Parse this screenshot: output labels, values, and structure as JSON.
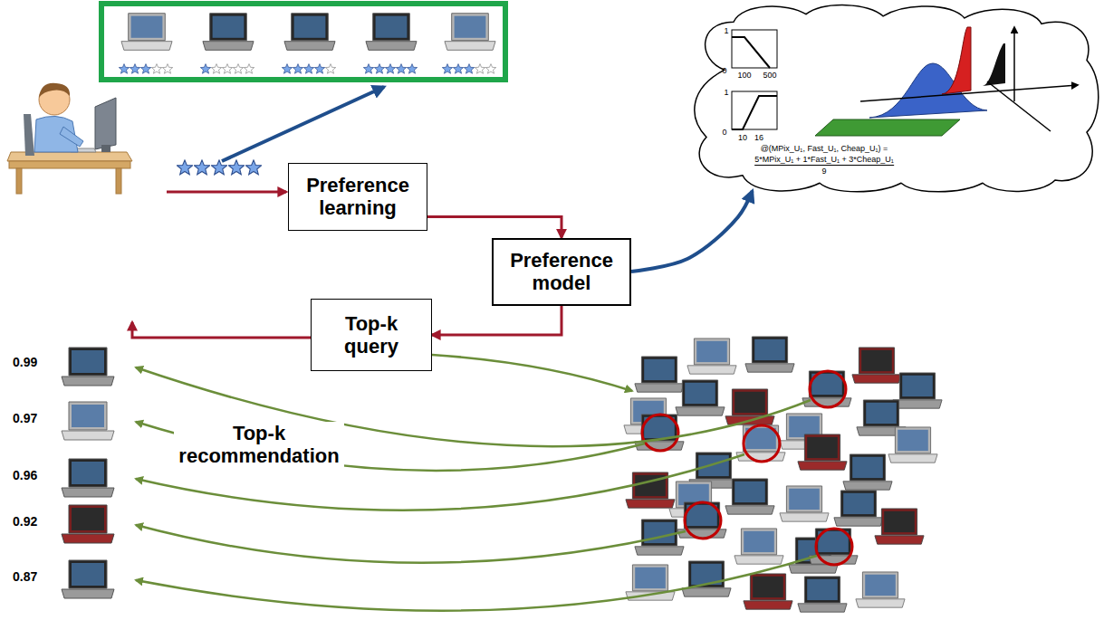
{
  "diagram": {
    "nodes": [
      {
        "text": [
          "Preference learning"
        ]
      },
      {
        "text": [
          "Preference model"
        ]
      },
      {
        "text": [
          "1",
          "0",
          "100",
          "500",
          "1",
          "0",
          "10",
          "16",
          "@(MPix_U₁, Fast_U₁, Cheap_U₁) =",
          "5*MPix_U₁ + 1*Fast_U₁ + 3*Cheap_U₁",
          "9"
        ]
      },
      {
        "text": [
          "Top-k query"
        ]
      }
    ],
    "edges": [
      {
        "from": 0,
        "to": 1,
        "arrow": "to"
      },
      {
        "from": 1,
        "to": 2,
        "arrow": "to"
      },
      {
        "from": 1,
        "to": 3,
        "arrow": "to"
      }
    ],
    "labels": [
      "0.99",
      "0.97",
      "0.96",
      "0.92",
      "0.87",
      "Top-k recommendation"
    ]
  }
}
